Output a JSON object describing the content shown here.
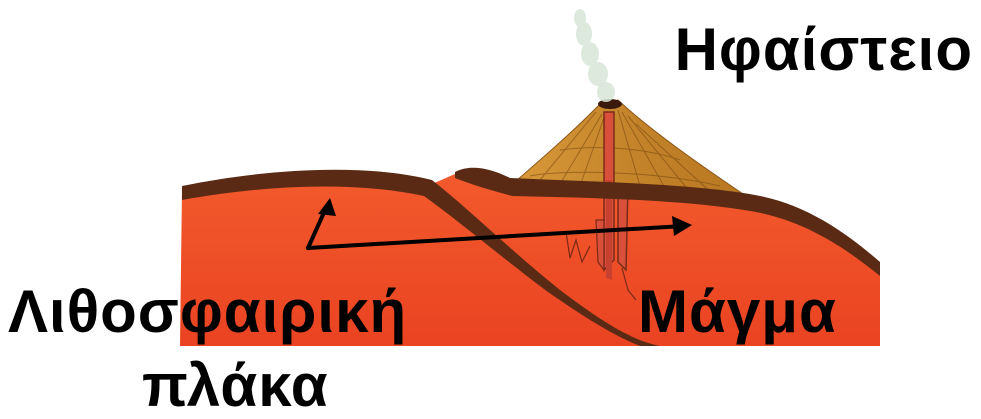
{
  "labels": {
    "volcano": "Ηφαίστειο",
    "magma": "Μάγμα",
    "plate_line1": "Λιθοσφαιρική",
    "plate_line2": "πλάκα"
  },
  "colors": {
    "mantle": "#ee4a25",
    "mantle_light": "#f46a3a",
    "plate_crust": "#5a2a14",
    "volcano_body": "#c98a2c",
    "volcano_dark": "#8a5518",
    "magma_channel": "#d9503a",
    "smoke": "#d8e6d8",
    "arrow": "#000000"
  },
  "icons": [
    "volcano-icon",
    "smoke-plume",
    "double-headed-arrow"
  ]
}
